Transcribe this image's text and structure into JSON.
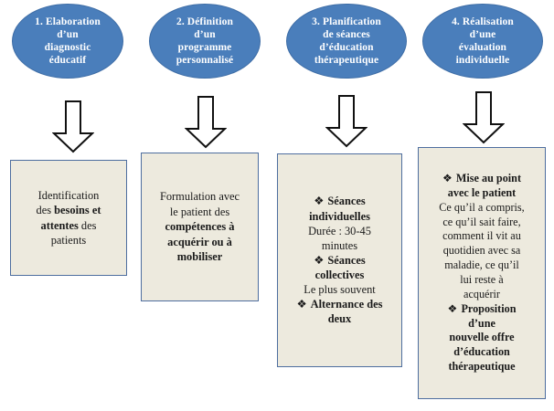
{
  "diagram": {
    "title": "Demarche d'education therapeutique en 4 etapes",
    "colors": {
      "ellipse_fill": "#4A7EBB",
      "ellipse_border": "#3E6DA6",
      "ellipse_text": "#FFFFFF",
      "box_fill": "#EDEADE",
      "box_border": "#4E6E9F",
      "box_text": "#1A1A1A",
      "arrow_fill": "#FFFFFF",
      "arrow_border": "#000000",
      "background": "#FFFFFF"
    },
    "bullet_glyph": "❖",
    "stages": [
      {
        "id": "stage-1",
        "ellipse_label": "1. Elaboration\nd’un\ndiagnostic\néducatif",
        "arrow_name": "arrow-down-stage-1",
        "box": {
          "lines": [
            {
              "text": "Identification",
              "bold": false
            },
            {
              "text": "des ",
              "bold": false,
              "bold_part": "besoins et"
            },
            {
              "text": "attentes",
              "bold": true,
              "suffix": " des"
            },
            {
              "text": "patients",
              "bold": false
            }
          ],
          "plain_text": "Identification des besoins et attentes des patients"
        }
      },
      {
        "id": "stage-2",
        "ellipse_label": "2. Définition\nd’un\nprogramme\npersonnalisé",
        "arrow_name": "arrow-down-stage-2",
        "box": {
          "lines": [
            {
              "text": "Formulation avec",
              "bold": false
            },
            {
              "text": "le patient des",
              "bold": false
            },
            {
              "text": "compétences à",
              "bold": true
            },
            {
              "text": "acquérir ou à",
              "bold": true
            },
            {
              "text": "mobiliser",
              "bold": true
            }
          ],
          "plain_text": "Formulation avec le patient des compétences à acquérir ou à mobiliser"
        }
      },
      {
        "id": "stage-3",
        "ellipse_label": "3. Planification\nde séances\nd’éducation\nthérapeutique",
        "arrow_name": "arrow-down-stage-3",
        "box": {
          "items": [
            {
              "type": "bullet",
              "text": "Séances"
            },
            {
              "type": "bold",
              "text": "individuelles"
            },
            {
              "type": "plain",
              "text": "Durée : 30-45"
            },
            {
              "type": "plain",
              "text": "minutes"
            },
            {
              "type": "bullet",
              "text": "Séances"
            },
            {
              "type": "bold",
              "text": "collectives"
            },
            {
              "type": "plain",
              "text": "Le plus souvent"
            },
            {
              "type": "bullet",
              "text": "Alternance des"
            },
            {
              "type": "bold",
              "text": "deux"
            }
          ],
          "plain_text": "❖ Séances individuelles Durée : 30-45 minutes ❖ Séances collectives Le plus souvent ❖ Alternance des deux"
        }
      },
      {
        "id": "stage-4",
        "ellipse_label": "4. Réalisation\nd’une\névaluation\nindividuelle",
        "arrow_name": "arrow-down-stage-4",
        "box": {
          "items": [
            {
              "type": "bullet",
              "text": "Mise au point"
            },
            {
              "type": "bold",
              "text": "avec le patient"
            },
            {
              "type": "plain",
              "text": "Ce qu’il a compris,"
            },
            {
              "type": "plain",
              "text": "ce qu’il sait faire,"
            },
            {
              "type": "plain",
              "text": "comment il vit au"
            },
            {
              "type": "plain",
              "text": "quotidien avec sa"
            },
            {
              "type": "plain",
              "text": "maladie, ce qu’il"
            },
            {
              "type": "plain",
              "text": "lui reste à"
            },
            {
              "type": "plain",
              "text": "acquérir"
            },
            {
              "type": "bullet",
              "text": "Proposition"
            },
            {
              "type": "bold",
              "text": "d’une"
            },
            {
              "type": "bold",
              "text": "nouvelle offre"
            },
            {
              "type": "bold",
              "text": "d’éducation"
            },
            {
              "type": "bold",
              "text": "thérapeutique"
            }
          ],
          "plain_text": "❖ Mise au point avec le patient Ce qu’il a compris, ce qu’il sait faire, comment il vit au quotidien avec sa maladie, ce qu’il lui reste à acquérir ❖ Proposition d’une nouvelle offre d’éducation thérapeutique"
        }
      }
    ]
  }
}
